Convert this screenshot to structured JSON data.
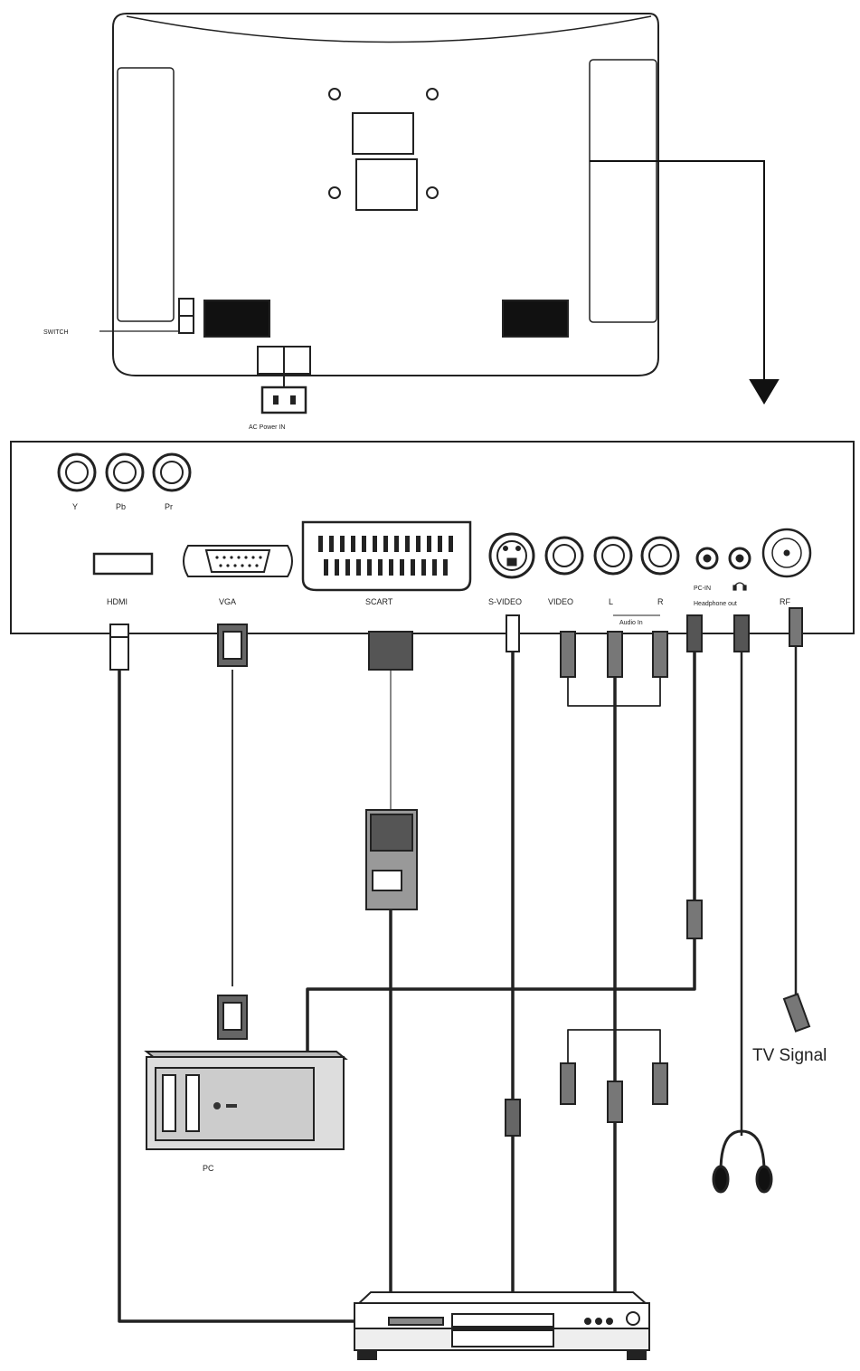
{
  "labels": {
    "switch": "SWITCH",
    "ac_power_in": "AC Power IN",
    "y": "Y",
    "pb": "Pb",
    "pr": "Pr",
    "hdmi": "HDMI",
    "vga": "VGA",
    "scart": "SCART",
    "s_video": "S-VIDEO",
    "video": "VIDEO",
    "l": "L",
    "r": "R",
    "audio_in": "Audio In",
    "pc_in": "PC-IN",
    "headphone_out": "Headphone out",
    "rf": "RF",
    "tv_signal": "TV Signal",
    "pc": "PC"
  }
}
